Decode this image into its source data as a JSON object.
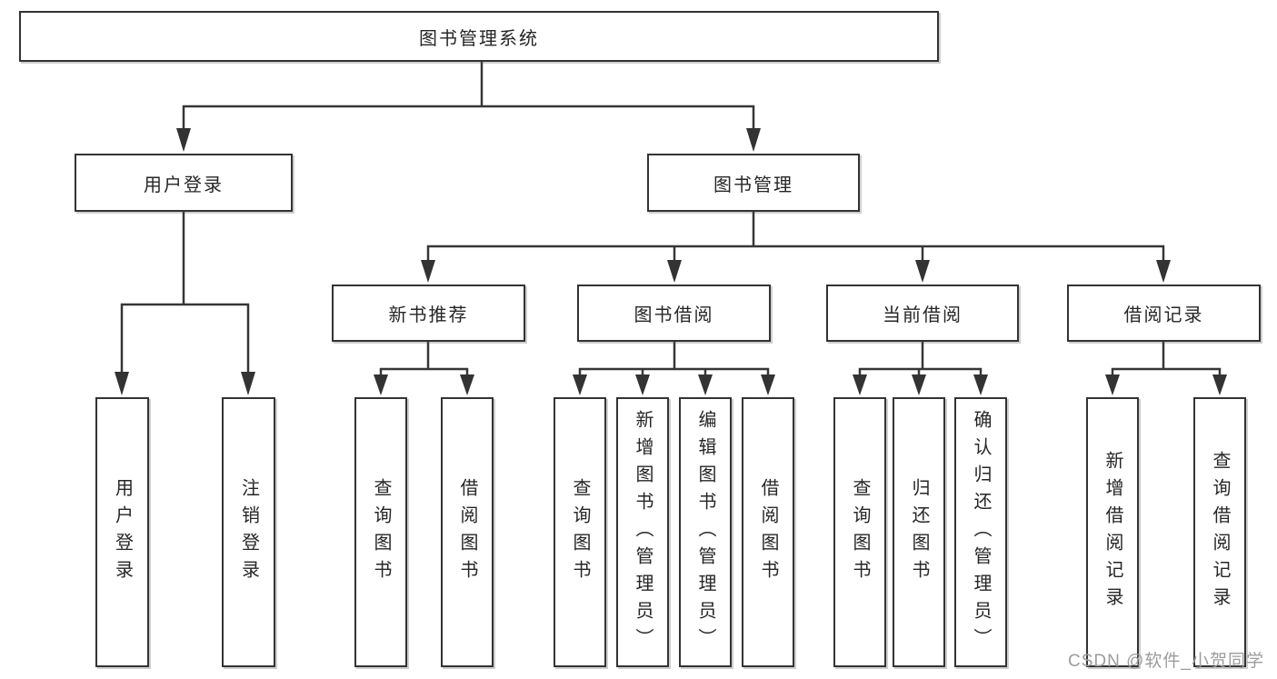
{
  "colors": {
    "background": "#ffffff",
    "line": "#363636",
    "box_border": "#333333",
    "text": "#262626",
    "watermark": "#9c9c9c"
  },
  "tree": {
    "root": {
      "label": "图书管理系统",
      "children": [
        {
          "label": "用户登录",
          "children": [
            {
              "label": "用户登录"
            },
            {
              "label": "注销登录"
            }
          ]
        },
        {
          "label": "图书管理",
          "children": [
            {
              "label": "新书推荐",
              "children": [
                {
                  "label": "查询图书"
                },
                {
                  "label": "借阅图书"
                }
              ]
            },
            {
              "label": "图书借阅",
              "children": [
                {
                  "label": "查询图书"
                },
                {
                  "label": "新增图书（管理员）"
                },
                {
                  "label": "编辑图书（管理员）"
                },
                {
                  "label": "借阅图书"
                }
              ]
            },
            {
              "label": "当前借阅",
              "children": [
                {
                  "label": "查询图书"
                },
                {
                  "label": "归还图书"
                },
                {
                  "label": "确认归还（管理员）"
                }
              ]
            },
            {
              "label": "借阅记录",
              "children": [
                {
                  "label": "新增借阅记录"
                },
                {
                  "label": "查询借阅记录"
                }
              ]
            }
          ]
        }
      ]
    }
  },
  "watermark": {
    "text": "CSDN @软件_小贺同学"
  }
}
